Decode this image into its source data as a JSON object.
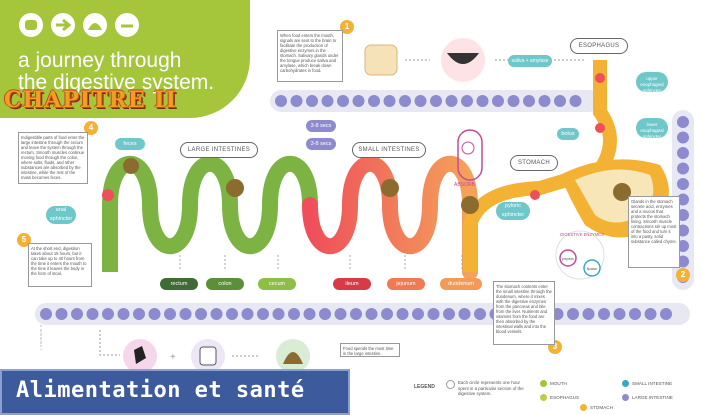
{
  "header": {
    "title_line1": "a journey through",
    "title_line2": "the digestive system.",
    "chapter": "CHAPITRE II",
    "banner": "Alimentation et santé"
  },
  "organ_labels": {
    "esophagus": "ESOPHAGUS",
    "stomach": "STOMACH",
    "large_intestines": "LARGE INTESTINES",
    "small_intestines": "SMALL INTESTINES",
    "feces": "feces",
    "anal_sphincter": "anal sphincter",
    "upper_sphincter": "upper esophageal sphincter",
    "lower_sphincter": "lower esophageal sphincter",
    "bolus": "bolus",
    "pyloric_sphincter": "pyloric sphincter",
    "saliva": "saliva + amylase",
    "absorb": "ABSORB",
    "digestive_enzymes": "DIGESTIVE ENZYMES",
    "pepsin": "pepsin",
    "lipase": "lipase",
    "time_a": "3-8 secs",
    "time_b": "3-8 secs"
  },
  "segments": [
    "rectum",
    "colon",
    "cecum",
    "ileum",
    "jejunum",
    "duodenum"
  ],
  "notes": {
    "n1": "When food enters the mouth, signals are sent to the brain to facilitate the production of digestive enzymes in the stomach. Salivary glands under the tongue produce saliva and amylase, which break down carbohydrates in food.",
    "n2": "Glands in the stomach secrete acid, enzymes and a mucus that protects the stomach lining. Smooth muscle contractions stir up most of the food and turn it into a pasty, solid substance called chyme.",
    "n3": "The stomach contents enter the small intestine through the duodenum, where it mixes with the digestive enzymes from the pancreas and bile from the liver. Nutrients and vitamins from the food are then absorbed by the intestinal walls and into the blood vessels.",
    "n4": "Indigestible parts of food enter the large intestine through the cecum and leave the system through the rectum. Smooth muscles continue moving food through the colon, where salts, fluids, and other substances are absorbed by the intestine, while the rest of the mass becomes feces.",
    "n5": "At the short end, digestion takes about 15 hours, but it can take up to 40 hours from the time it enters the mouth to the time it leaves the body in the form of stool.",
    "n6": "Food spends the most time in the large intestine."
  },
  "numbers": [
    "1",
    "2",
    "3",
    "4",
    "5"
  ],
  "legend": {
    "title": "LEGEND",
    "desc": "Each circle represents one hour spent in a particular section of the digestive system.",
    "items": [
      {
        "label": "MOUTH",
        "color": "#9cc63c"
      },
      {
        "label": "ESOPHAGUS",
        "color": "#b9cf4a"
      },
      {
        "label": "STOMACH",
        "color": "#f3b234"
      },
      {
        "label": "SMALL INTESTINE",
        "color": "#38a8c8"
      },
      {
        "label": "LARGE INTESTINE",
        "color": "#8e8ad0"
      }
    ]
  },
  "colors": {
    "green": "#7cb342",
    "lime": "#a5c53a",
    "red": "#ef4f5a",
    "orange": "#f29a57",
    "yellow": "#f3b234",
    "purple": "#8e8ad0",
    "teal": "#6fc7c9",
    "pink": "#c44b9a",
    "blue_banner": "#3d5a9c"
  }
}
